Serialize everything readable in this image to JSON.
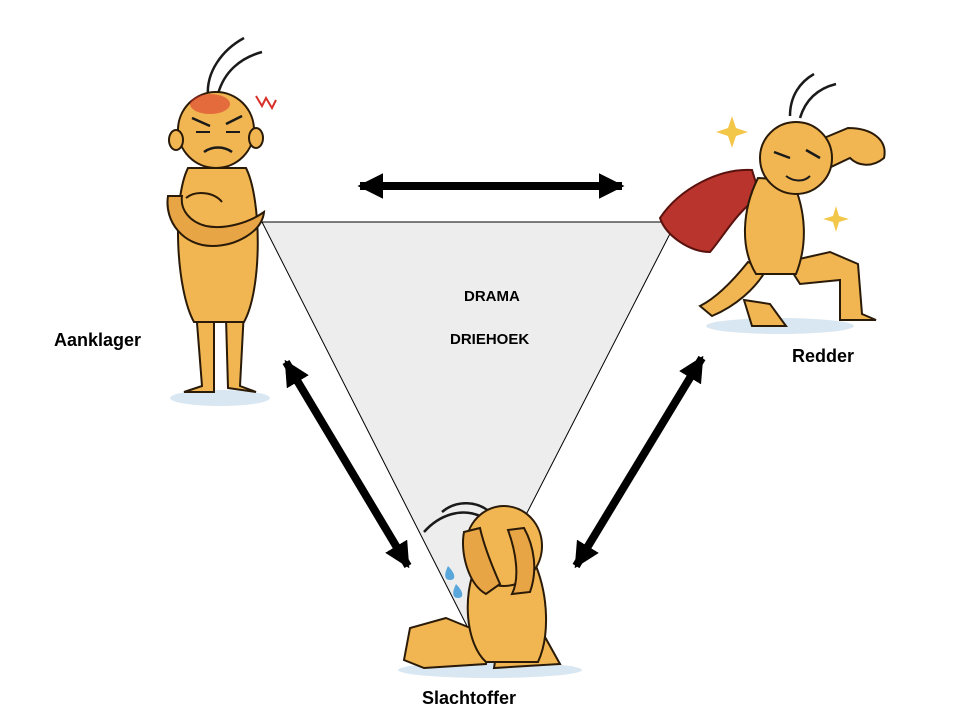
{
  "diagram": {
    "title_line1": "DRAMA",
    "title_line2": "DRIEHOEK"
  },
  "roles": {
    "accuser": "Aanklager",
    "rescuer": "Redder",
    "victim": "Slachtoffer"
  },
  "colors": {
    "triangle_fill": "#ededed",
    "triangle_stroke": "#000000",
    "arrow": "#000000",
    "character_skin": "#f1b652",
    "character_shadow": "#d8953a",
    "cape": "#b8342c",
    "angry_mark": "#d9302a",
    "sparkle": "#f3c74a",
    "tear": "#5aa7dc",
    "ground_shadow": "#d9e7f2"
  },
  "icons": {
    "accuser": "angry-crossed-arms-figure-icon",
    "rescuer": "caped-hero-figure-icon",
    "victim": "crying-sitting-figure-icon",
    "arrows": "double-headed-arrow-icon"
  }
}
